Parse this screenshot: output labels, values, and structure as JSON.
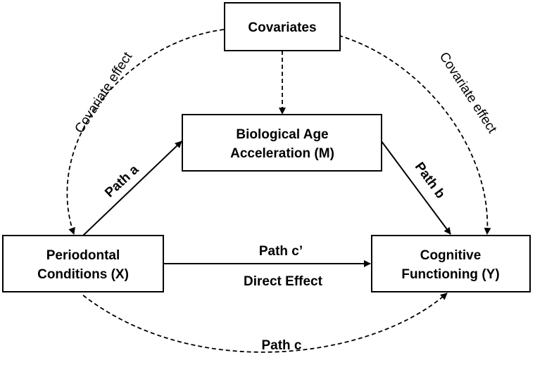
{
  "nodes": {
    "covariates": {
      "label": "Covariates"
    },
    "mediator": {
      "line1": "Biological Age",
      "line2": "Acceleration (M)"
    },
    "exposure": {
      "line1": "Periodontal",
      "line2": "Conditions (X)"
    },
    "outcome": {
      "line1": "Cognitive",
      "line2": "Functioning (Y)"
    }
  },
  "edges": {
    "path_a": {
      "label": "Path a"
    },
    "path_b": {
      "label": "Path b"
    },
    "path_c_prime": {
      "label": "Path c’",
      "sublabel": "Direct Effect"
    },
    "path_c": {
      "label": "Path c"
    },
    "covariate_left": {
      "label": "Covariate effect"
    },
    "covariate_right": {
      "label": "Covariate effect"
    }
  },
  "colors": {
    "stroke": "#000000",
    "background": "#ffffff"
  }
}
